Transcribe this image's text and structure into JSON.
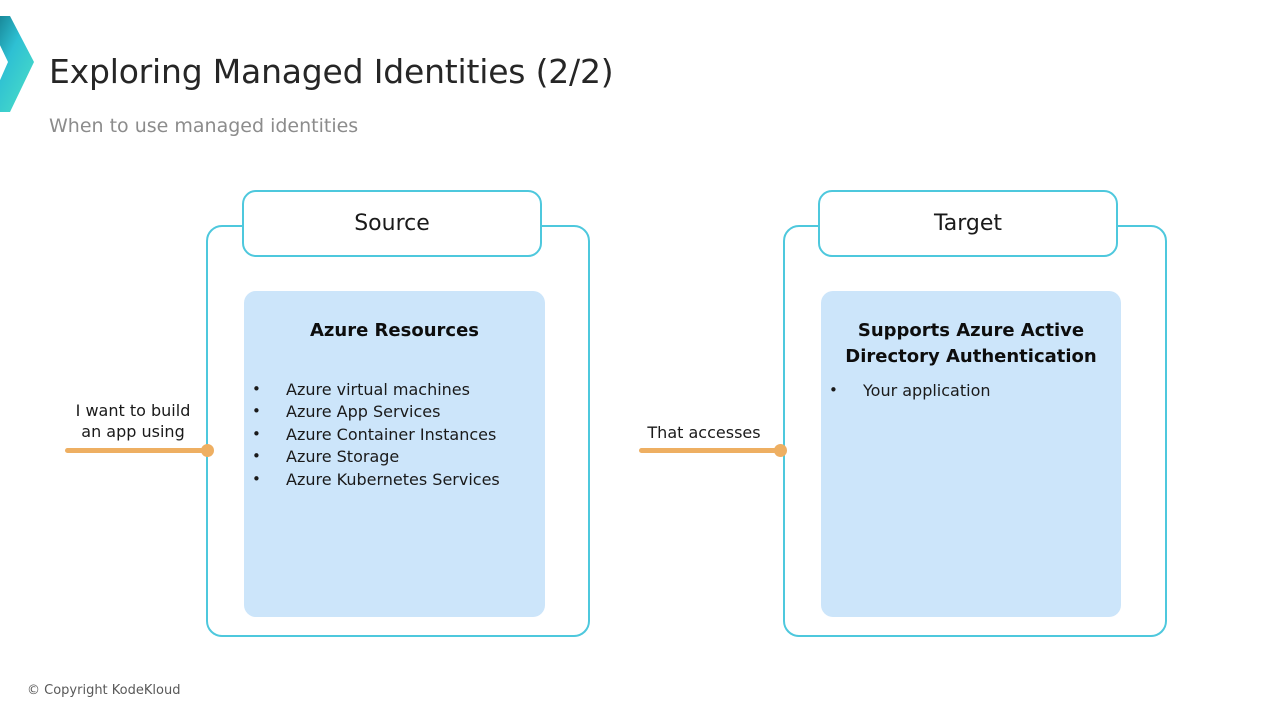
{
  "slide": {
    "title": "Exploring Managed Identities (2/2)",
    "subtitle": "When to use managed identities",
    "footer": "© Copyright KodeKloud",
    "logo_icon": "kodekloud-chevron-logo"
  },
  "colors": {
    "panel_border": "#4ec8dd",
    "card_background": "#cce5fa",
    "connector": "#eeaf62",
    "title_text": "#262626",
    "subtitle_text": "#8c8c8c",
    "logo_gradient_start": "#0f6d7a",
    "logo_gradient_mid": "#33c6d6",
    "logo_gradient_end": "#4fe0c8"
  },
  "diagram": {
    "panels": [
      {
        "id": "source",
        "header": "Source",
        "card_title": "Azure Resources",
        "bullets": [
          "Azure virtual machines",
          "Azure App Services",
          "Azure Container Instances",
          "Azure Storage",
          "Azure Kubernetes Services"
        ]
      },
      {
        "id": "target",
        "header": "Target",
        "card_title": "Supports Azure Active Directory Authentication",
        "bullets": [
          "Your application"
        ]
      }
    ],
    "connectors": [
      {
        "id": "connector-1",
        "label": "I want to build\nan app using"
      },
      {
        "id": "connector-2",
        "label": "That accesses"
      }
    ]
  }
}
